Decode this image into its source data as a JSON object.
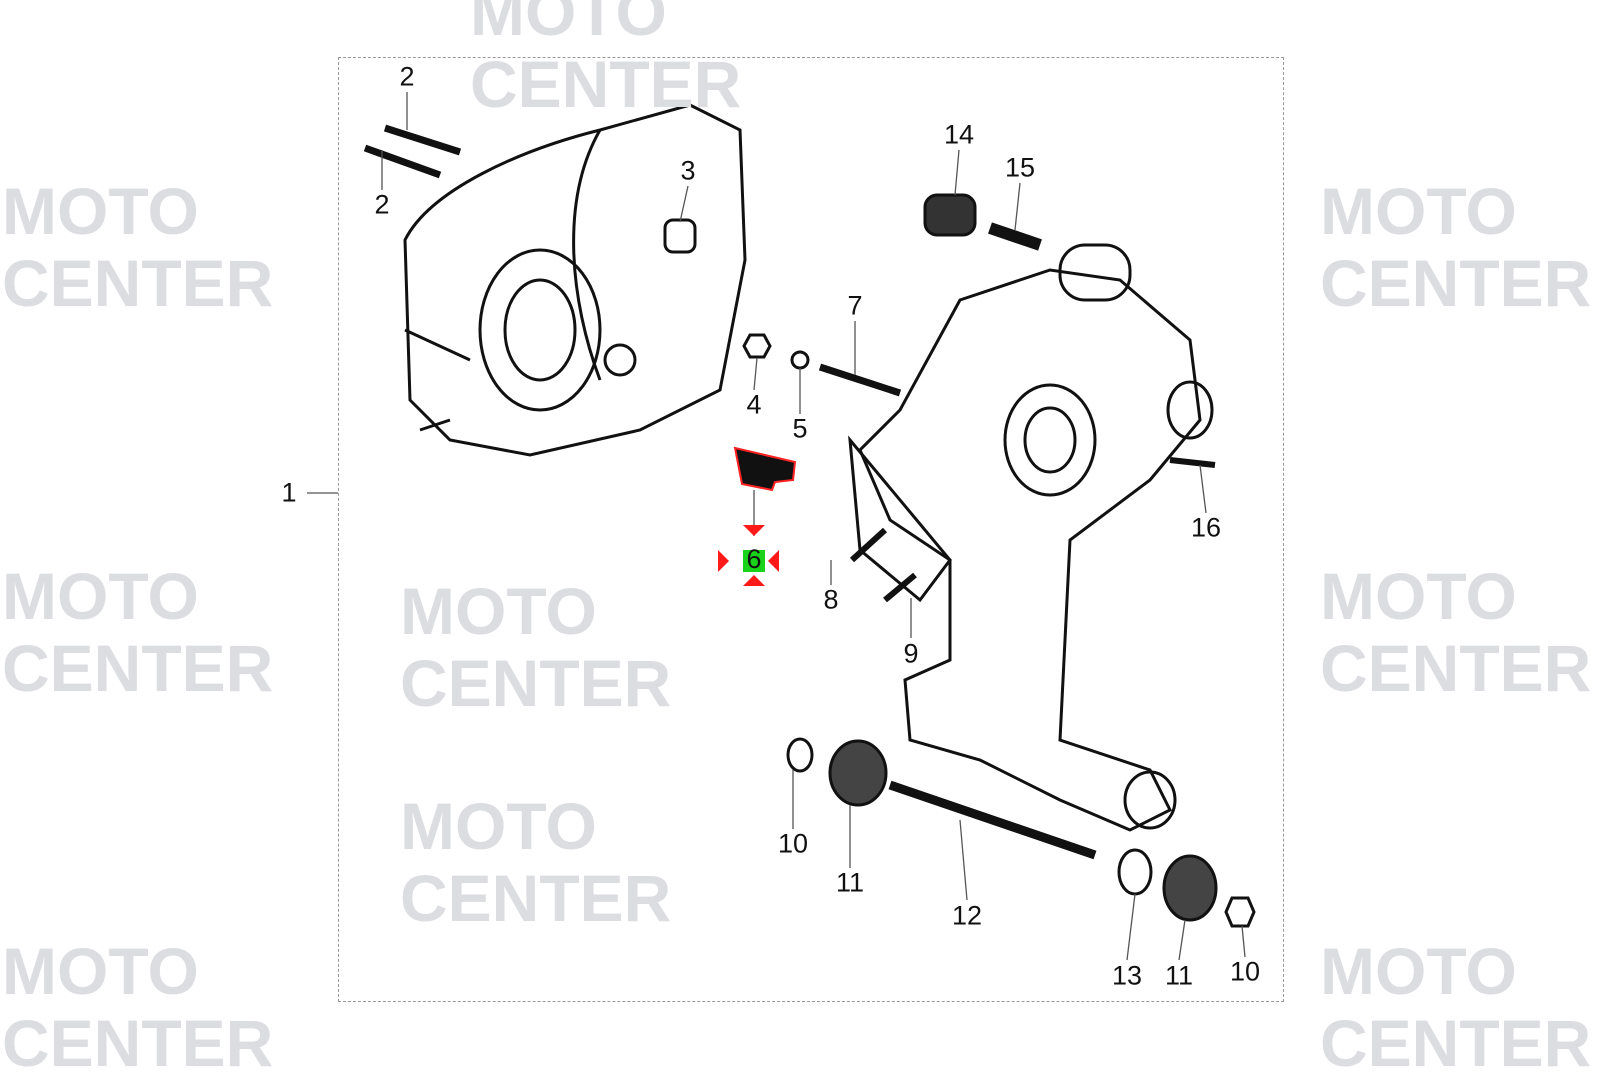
{
  "watermark": {
    "line1": "MOTO",
    "line2": "CENTER"
  },
  "diagram": {
    "labels": [
      "1",
      "2",
      "2",
      "3",
      "4",
      "5",
      "7",
      "8",
      "9",
      "10",
      "11",
      "12",
      "13",
      "11",
      "10",
      "14",
      "15",
      "16"
    ],
    "selected_part": "6",
    "highlight_color": "#19d219",
    "marker_color": "#ff1a1a"
  }
}
